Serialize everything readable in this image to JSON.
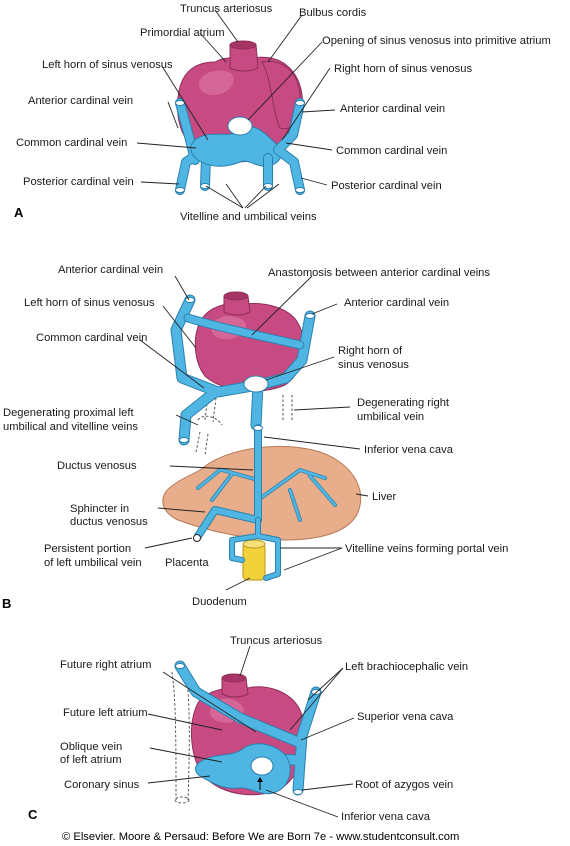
{
  "panels": [
    "A",
    "B",
    "C"
  ],
  "panel_a": {
    "truncus_arteriosus": "Truncus arteriosus",
    "bulbus_cordis": "Bulbus cordis",
    "primordial_atrium": "Primordial atrium",
    "opening_sinus_venosus": "Opening of sinus venosus into primitive atrium",
    "left_horn": "Left horn of sinus venosus",
    "right_horn": "Right horn of sinus venosus",
    "anterior_cardinal_left": "Anterior cardinal vein",
    "anterior_cardinal_right": "Anterior cardinal vein",
    "common_cardinal_left": "Common cardinal vein",
    "common_cardinal_right": "Common cardinal vein",
    "posterior_cardinal_left": "Posterior cardinal vein",
    "posterior_cardinal_right": "Posterior cardinal vein",
    "vitelline_umbilical": "Vitelline and umbilical veins"
  },
  "panel_b": {
    "anterior_cardinal_left": "Anterior cardinal vein",
    "anastomosis": "Anastomosis between anterior cardinal veins",
    "left_horn": "Left horn of sinus venosus",
    "anterior_cardinal_right": "Anterior cardinal vein",
    "common_cardinal": "Common cardinal vein",
    "right_horn_1": "Right horn of",
    "right_horn_2": "sinus venosus",
    "degen_left_1": "Degenerating proximal left",
    "degen_left_2": "umbilical and vitelline veins",
    "degen_right_1": "Degenerating right",
    "degen_right_2": "umbilical vein",
    "ivc": "Inferior vena cava",
    "ductus_venosus": "Ductus venosus",
    "liver": "Liver",
    "sphincter_1": "Sphincter in",
    "sphincter_2": "ductus venosus",
    "persistent_1": "Persistent portion",
    "persistent_2": "of left umbilical vein",
    "placenta": "Placenta",
    "vitelline_portal": "Vitelline veins forming portal vein",
    "duodenum": "Duodenum"
  },
  "panel_c": {
    "truncus_arteriosus": "Truncus arteriosus",
    "future_right_atrium": "Future right atrium",
    "left_brachiocephalic": "Left brachiocephalic vein",
    "future_left_atrium": "Future left atrium",
    "svc": "Superior vena cava",
    "oblique_1": "Oblique vein",
    "oblique_2": "of left atrium",
    "coronary_sinus": "Coronary sinus",
    "azygos": "Root of azygos vein",
    "ivc": "Inferior vena cava"
  },
  "footer": "© Elsevier. Moore & Persaud: Before We are Born 7e - www.studentconsult.com",
  "colors": {
    "vein": "#4fb6e4",
    "vein_outline": "#2c80ad",
    "heart": "#c74a82",
    "liver": "#e8ad8a",
    "duodenum": "#f1d23a"
  }
}
